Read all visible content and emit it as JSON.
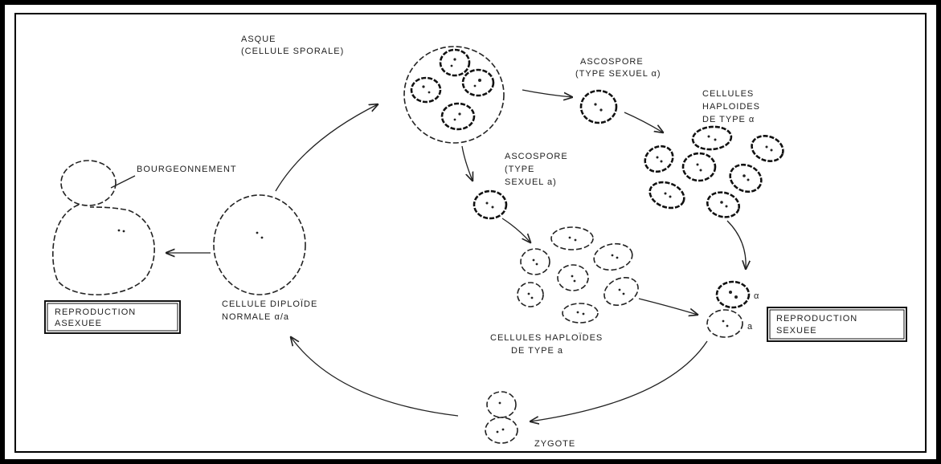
{
  "labels": {
    "asque_1": "ASQUE",
    "asque_2": "(CELLULE SPORALE)",
    "ascospore_alpha_1": "ASCOSPORE",
    "ascospore_alpha_2": "(TYPE SEXUEL α)",
    "haploid_alpha_1": "CELLULES",
    "haploid_alpha_2": "HAPLOIDES",
    "haploid_alpha_3": "DE TYPE α",
    "ascospore_a_1": "ASCOSPORE",
    "ascospore_a_2": "(TYPE",
    "ascospore_a_3": "SEXUEL a)",
    "budding": "BOURGEONNEMENT",
    "diploid_1": "CELLULE DIPLOÏDE",
    "diploid_2": "NORMALE α/a",
    "haploid_a_1": "CELLULES HAPLOÏDES",
    "haploid_a_2": "DE TYPE a",
    "asexual_1": "REPRODUCTION",
    "asexual_2": "ASEXUEE",
    "sexual_1": "REPRODUCTION",
    "sexual_2": "SEXUEE",
    "zygote": "ZYGOTE",
    "mark_alpha": "α",
    "mark_a": "a"
  }
}
